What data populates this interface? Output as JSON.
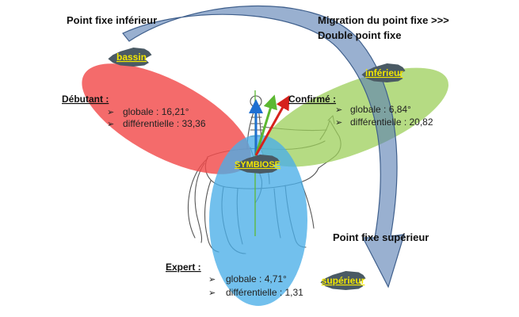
{
  "titles": {
    "point_fixe_inferieur": "Point fixe inférieur",
    "migration_line1": "Migration du point fixe >>>",
    "migration_line2": "Double point fixe",
    "point_fixe_superieur": "Point fixe supérieur"
  },
  "badges": {
    "bassin": "bassin",
    "inferieur": "inférieur",
    "symbiose": "SYMBIOSE",
    "superieur": "supérieur"
  },
  "groups": {
    "debutant": {
      "title": "Débutant :",
      "globale": "globale : 16,21°",
      "differentielle": "différentielle : 33,36"
    },
    "confirme": {
      "title": "Confirmé :",
      "globale": "globale : 6,84°",
      "differentielle": "différentielle : 20,82"
    },
    "expert": {
      "title": "Expert :",
      "globale": "globale : 4,71°",
      "differentielle": "différentielle : 1,31"
    }
  },
  "bullet": "➢",
  "colors": {
    "debutant": "#f24a4a",
    "confirme": "#9ccf5a",
    "expert": "#4aaee8",
    "arrow_band": "#5b7fb3",
    "badge_fill": "#4a5a64",
    "badge_text": "#f2e600",
    "arrow_blue": "#1f6fd1",
    "arrow_green": "#5cb832",
    "arrow_red": "#d6221c"
  }
}
